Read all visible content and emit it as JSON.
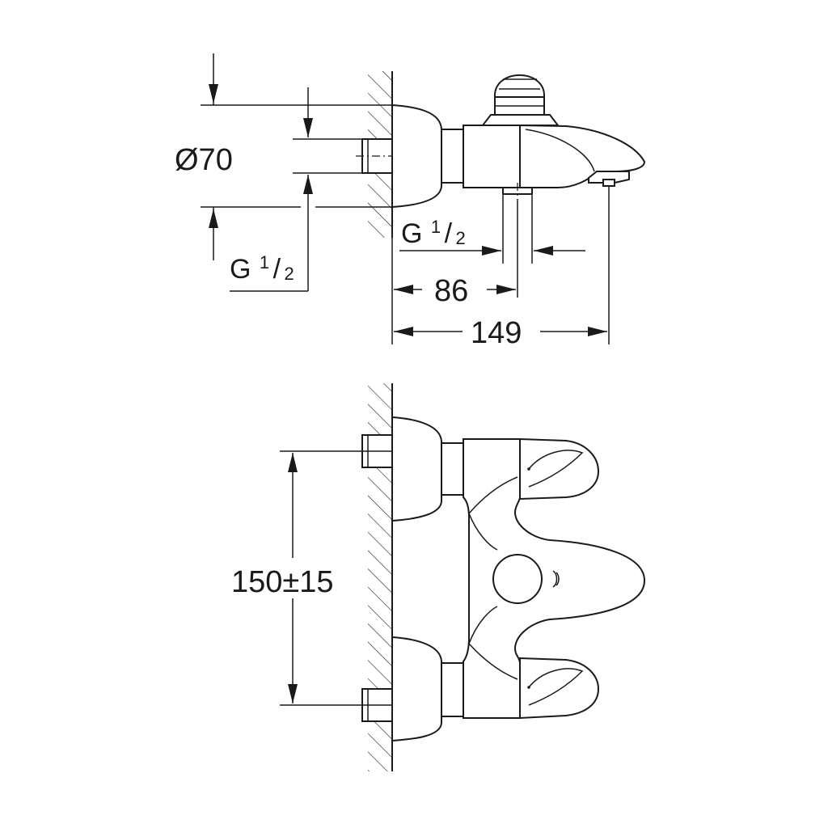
{
  "colors": {
    "line": "#1a1a1a",
    "background": "#ffffff"
  },
  "top_view": {
    "diameter_label": "Ø70",
    "inlet_thread": {
      "letter": "G",
      "num": "1",
      "slash": "/",
      "den": "2"
    },
    "outlet_thread": {
      "letter": "G",
      "num": "1",
      "slash": "/",
      "den": "2"
    },
    "depth_to_outlet": "86",
    "overall_depth": "149"
  },
  "front_view": {
    "centre_distance": "150±15"
  }
}
